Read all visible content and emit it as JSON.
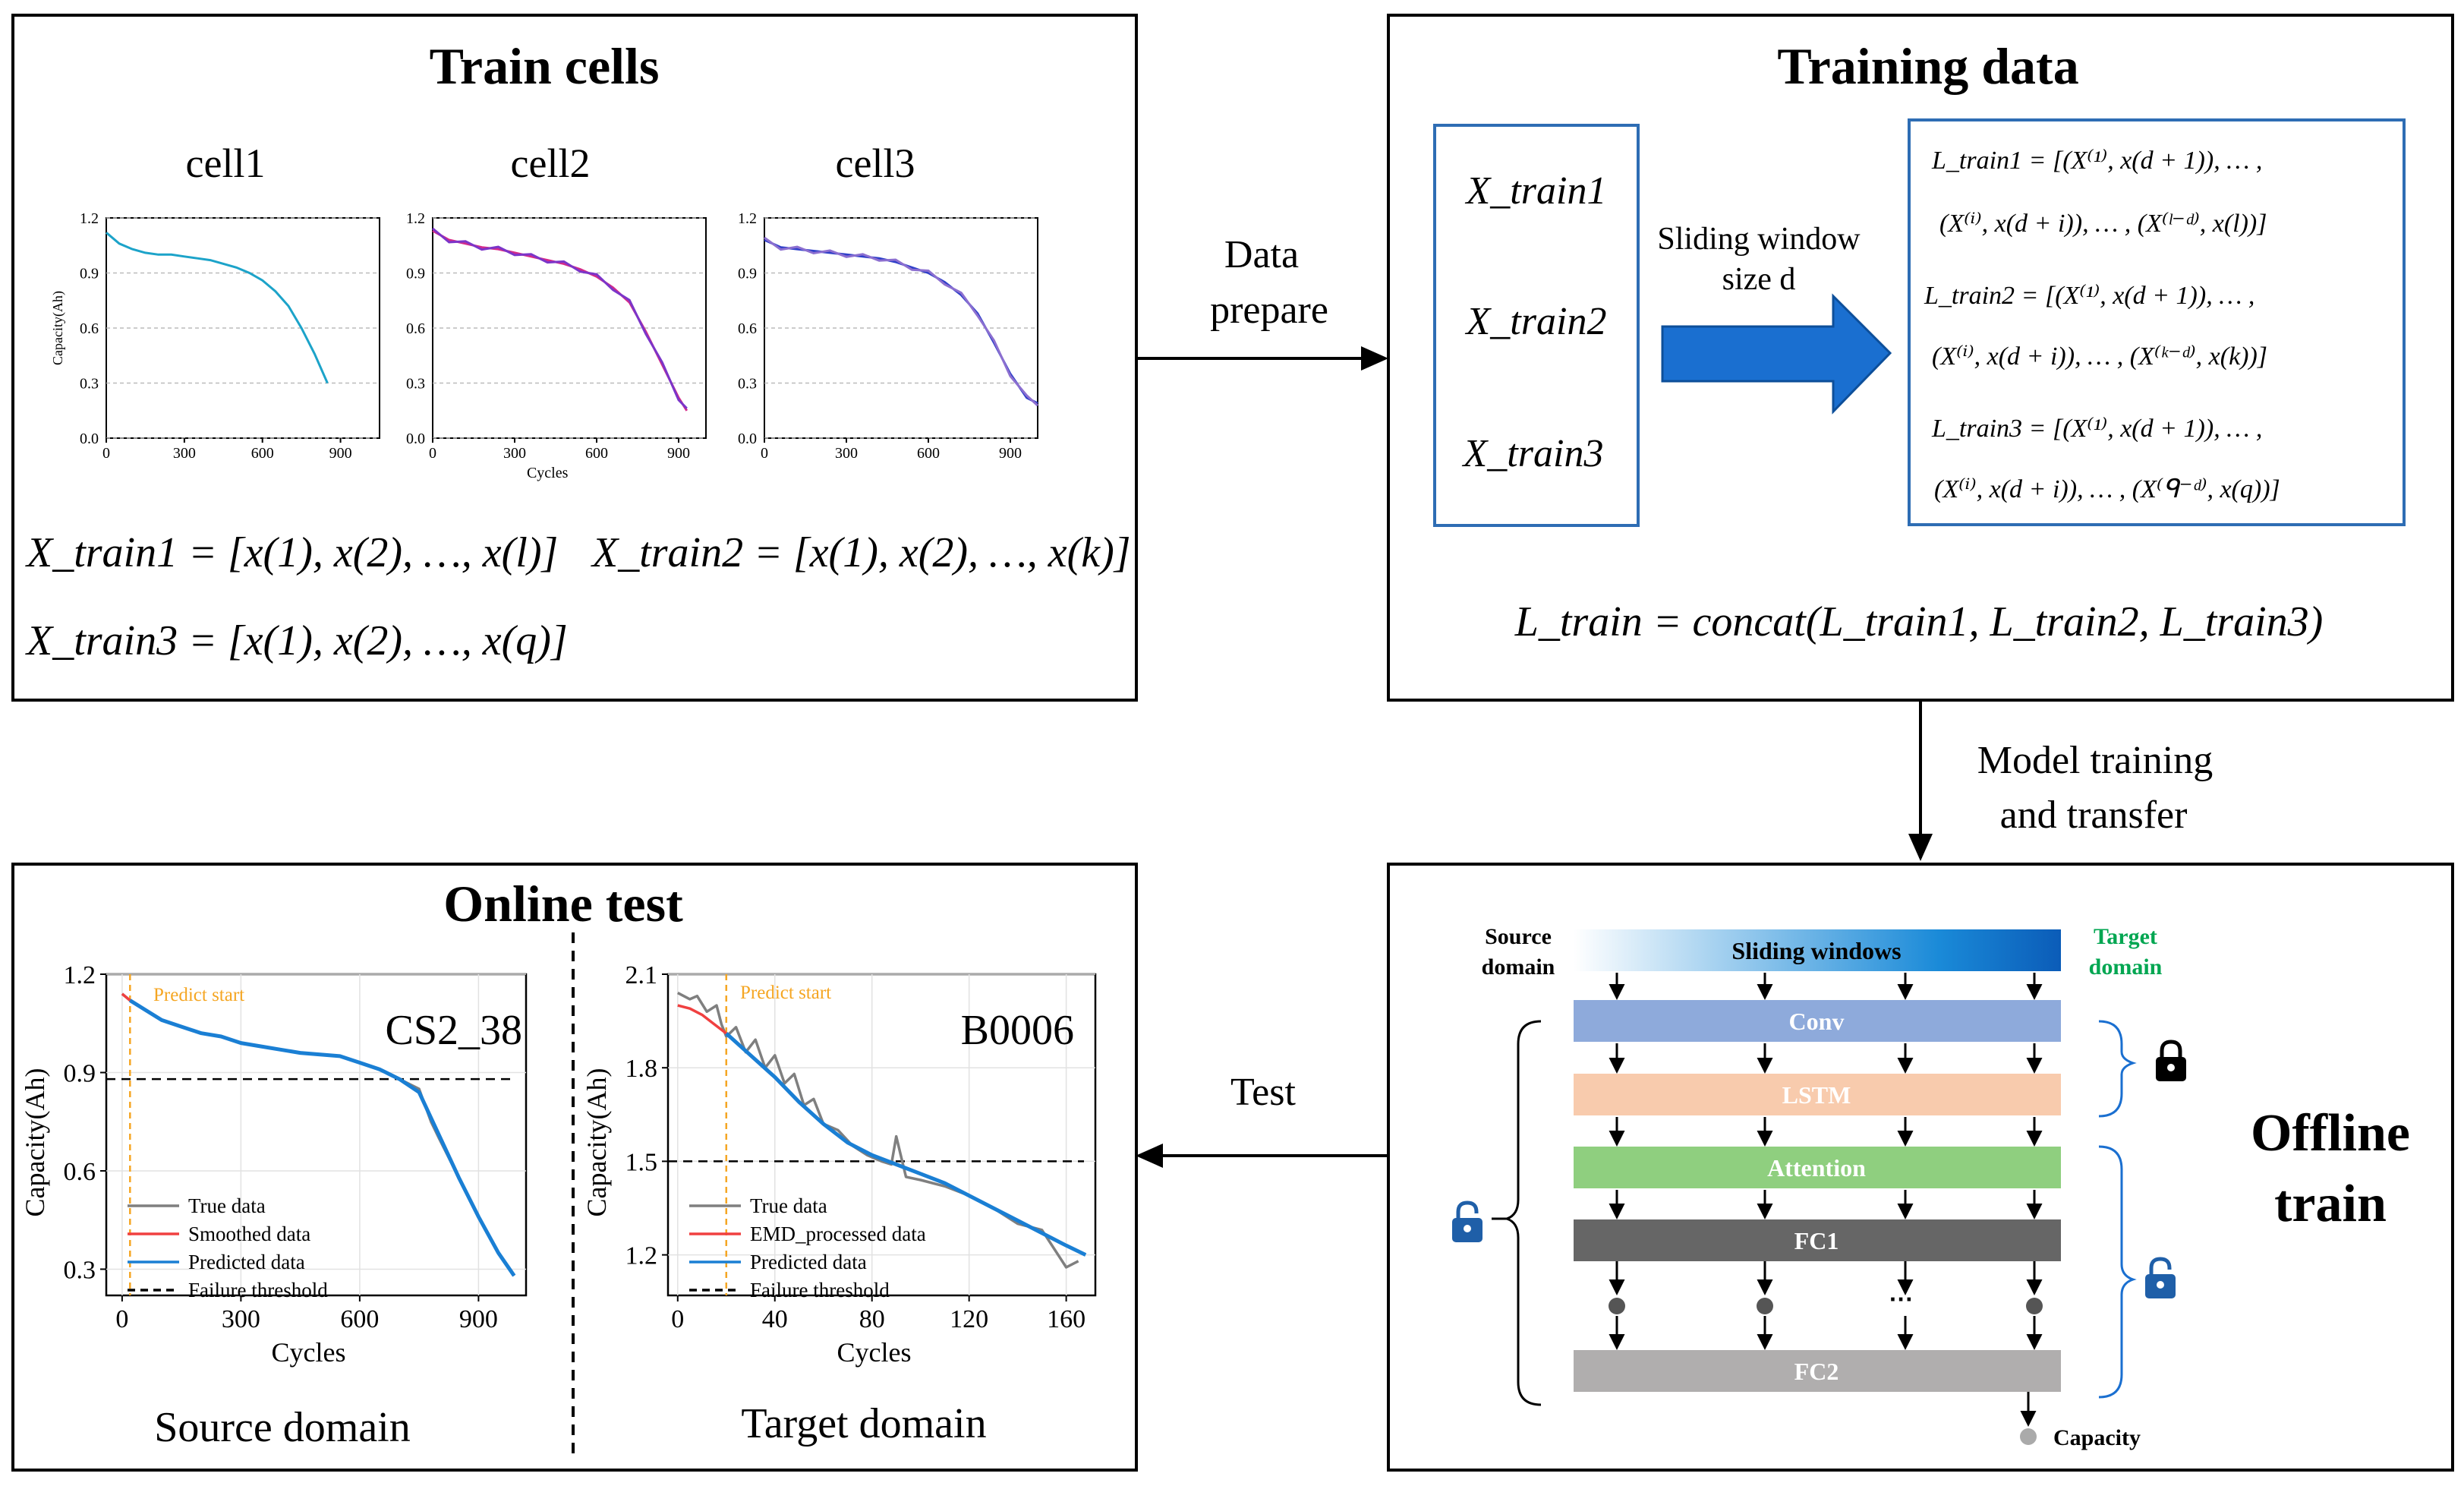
{
  "panels": {
    "train_cells": {
      "title": "Train cells",
      "cells": [
        "cell1",
        "cell2",
        "cell3"
      ],
      "y_axis_label": "Capacity(Ah)",
      "x_axis_label": "Cycles",
      "y_ticks": [
        "1.2",
        "0.9",
        "0.6",
        "0.3",
        "0.0"
      ],
      "x_ticks": [
        "0",
        "300",
        "600",
        "900"
      ],
      "eq1": "X_train1 = [x(1), x(2), …, x(l)]",
      "eq2": "X_train2 = [x(1), x(2), …, x(k)]",
      "eq3": "X_train3 = [x(1), x(2), …, x(q)]"
    },
    "training_data": {
      "title": "Training data",
      "inputs": [
        "X_train1",
        "X_train2",
        "X_train3"
      ],
      "arrow_label_1": "Sliding window",
      "arrow_label_2": "size d",
      "L1_line1": "L_train1 = [(X⁽¹⁾, x(d + 1)), … ,",
      "L1_line2": "(X⁽ⁱ⁾, x(d + i)), … , (X⁽ˡ⁻ᵈ⁾, x(l))]",
      "L2_line1": "L_train2 = [(X⁽¹⁾, x(d + 1)), … ,",
      "L2_line2": "(X⁽ⁱ⁾, x(d + i)), … , (X⁽ᵏ⁻ᵈ⁾, x(k))]",
      "L3_line1": "L_train3 = [(X⁽¹⁾, x(d + 1)), … ,",
      "L3_line2": "(X⁽ⁱ⁾, x(d + i)), … , (X⁽ᑫ⁻ᵈ⁾, x(q))]",
      "concat": "L_train = concat(L_train1, L_train2, L_train3)"
    },
    "offline_train": {
      "title_line1": "Offline",
      "title_line2": "train",
      "source_label_1": "Source",
      "source_label_2": "domain",
      "target_label_1": "Target",
      "target_label_2": "domain",
      "layers": [
        "Sliding windows",
        "Conv",
        "LSTM",
        "Attention",
        "FC1",
        "FC2"
      ],
      "ellipsis": "···",
      "output_label": "Capacity",
      "colors": {
        "conv": "#8eaadb",
        "lstm": "#f8cbad",
        "attention": "#8fcf7f",
        "fc1": "#666666",
        "fc2": "#b0aeae",
        "target": "#00a651",
        "lock": "#1f5fa8"
      }
    },
    "online_test": {
      "title": "Online test",
      "left_caption": "Source domain",
      "right_caption": "Target domain"
    }
  },
  "arrows": {
    "data_prepare_1": "Data",
    "data_prepare_2": "prepare",
    "model_training_1": "Model training",
    "model_training_2": "and transfer",
    "test": "Test"
  },
  "chart_data": [
    {
      "type": "line",
      "title": "cell1",
      "xlabel": "",
      "ylabel": "Capacity(Ah)",
      "xlim": [
        0,
        1050
      ],
      "ylim": [
        0.0,
        1.2
      ],
      "series": [
        {
          "x": [
            0,
            50,
            100,
            150,
            200,
            250,
            300,
            350,
            400,
            450,
            500,
            550,
            600,
            650,
            700,
            750,
            800,
            850
          ],
          "values": [
            1.12,
            1.06,
            1.03,
            1.01,
            1.0,
            1.0,
            0.99,
            0.98,
            0.97,
            0.95,
            0.93,
            0.9,
            0.86,
            0.8,
            0.72,
            0.6,
            0.46,
            0.3
          ]
        }
      ]
    },
    {
      "type": "line",
      "title": "cell2",
      "xlabel": "Cycles",
      "ylabel": "",
      "xlim": [
        0,
        1000
      ],
      "ylim": [
        0.0,
        1.2
      ],
      "series": [
        {
          "x": [
            0,
            60,
            120,
            180,
            240,
            300,
            360,
            420,
            480,
            540,
            600,
            660,
            720,
            780,
            840,
            900,
            930
          ],
          "values": [
            1.13,
            1.08,
            1.06,
            1.04,
            1.03,
            1.01,
            0.99,
            0.97,
            0.95,
            0.92,
            0.88,
            0.82,
            0.74,
            0.58,
            0.4,
            0.22,
            0.15
          ]
        }
      ]
    },
    {
      "type": "line",
      "title": "cell3",
      "xlabel": "",
      "ylabel": "",
      "xlim": [
        0,
        1000
      ],
      "ylim": [
        0.0,
        1.2
      ],
      "series": [
        {
          "x": [
            0,
            60,
            120,
            180,
            240,
            300,
            360,
            420,
            480,
            540,
            600,
            660,
            720,
            780,
            840,
            900,
            960,
            1000
          ],
          "values": [
            1.08,
            1.04,
            1.03,
            1.02,
            1.01,
            1.0,
            0.99,
            0.98,
            0.96,
            0.93,
            0.9,
            0.85,
            0.78,
            0.68,
            0.52,
            0.35,
            0.22,
            0.19
          ]
        }
      ]
    },
    {
      "type": "line",
      "title": "CS2_38",
      "xlabel": "Cycles",
      "ylabel": "Capacity(Ah)",
      "xlim": [
        -40,
        1020
      ],
      "ylim": [
        0.22,
        1.2
      ],
      "x_ticks": [
        "0",
        "300",
        "600",
        "900"
      ],
      "y_ticks": [
        "1.2",
        "0.9",
        "0.6",
        "0.3"
      ],
      "annotation": "Predict start",
      "predict_start_x": 20,
      "failure_threshold": 0.88,
      "legend": [
        "True data",
        "Smoothed data",
        "Predicted data",
        "Failure threshold"
      ],
      "series": [
        {
          "name": "True data",
          "color": "#7f7f7f",
          "x": [
            0,
            20,
            60,
            100,
            150,
            200,
            250,
            300,
            350,
            400,
            450,
            500,
            550,
            600,
            650,
            700,
            750,
            780,
            800,
            850,
            900,
            950,
            990
          ],
          "values": [
            1.14,
            1.12,
            1.09,
            1.06,
            1.04,
            1.02,
            1.01,
            0.99,
            0.98,
            0.97,
            0.96,
            0.955,
            0.95,
            0.93,
            0.91,
            0.88,
            0.85,
            0.75,
            0.7,
            0.58,
            0.46,
            0.35,
            0.28
          ]
        },
        {
          "name": "Smoothed data",
          "color": "#f04040",
          "x": [
            0,
            10,
            20
          ],
          "values": [
            1.14,
            1.13,
            1.12
          ]
        },
        {
          "name": "Predicted data",
          "color": "#1a7fd4",
          "x": [
            20,
            60,
            100,
            150,
            200,
            250,
            300,
            350,
            400,
            450,
            500,
            550,
            600,
            650,
            700,
            750,
            800,
            850,
            900,
            950,
            990
          ],
          "values": [
            1.12,
            1.09,
            1.06,
            1.04,
            1.02,
            1.01,
            0.99,
            0.98,
            0.97,
            0.96,
            0.955,
            0.95,
            0.93,
            0.91,
            0.88,
            0.84,
            0.71,
            0.58,
            0.46,
            0.35,
            0.28
          ]
        }
      ]
    },
    {
      "type": "line",
      "title": "B0006",
      "xlabel": "Cycles",
      "ylabel": "Capacity(Ah)",
      "xlim": [
        -4,
        172
      ],
      "ylim": [
        1.07,
        2.1
      ],
      "x_ticks": [
        "0",
        "40",
        "80",
        "120",
        "160"
      ],
      "y_ticks": [
        "2.1",
        "1.8",
        "1.5",
        "1.2"
      ],
      "annotation": "Predict start",
      "predict_start_x": 20,
      "failure_threshold": 1.5,
      "legend": [
        "True data",
        "EMD_processed data",
        "Predicted data",
        "Failure threshold"
      ],
      "series": [
        {
          "name": "True data",
          "color": "#7f7f7f",
          "x": [
            0,
            5,
            8,
            12,
            16,
            18,
            20,
            24,
            28,
            32,
            36,
            40,
            44,
            48,
            52,
            56,
            60,
            66,
            72,
            78,
            84,
            88,
            90,
            94,
            100,
            110,
            120,
            130,
            140,
            150,
            160,
            165
          ],
          "values": [
            2.04,
            2.02,
            2.03,
            1.98,
            2.0,
            1.94,
            1.9,
            1.93,
            1.85,
            1.89,
            1.8,
            1.84,
            1.75,
            1.78,
            1.68,
            1.7,
            1.62,
            1.6,
            1.55,
            1.52,
            1.5,
            1.49,
            1.58,
            1.45,
            1.44,
            1.42,
            1.39,
            1.35,
            1.3,
            1.28,
            1.16,
            1.18
          ]
        },
        {
          "name": "EMD_processed data",
          "color": "#f04040",
          "x": [
            0,
            5,
            10,
            15,
            20
          ],
          "values": [
            2.0,
            1.99,
            1.97,
            1.94,
            1.91
          ]
        },
        {
          "name": "Predicted data",
          "color": "#1a7fd4",
          "x": [
            20,
            30,
            40,
            50,
            60,
            70,
            80,
            90,
            100,
            110,
            120,
            130,
            140,
            150,
            160,
            168
          ],
          "values": [
            1.91,
            1.84,
            1.77,
            1.69,
            1.62,
            1.56,
            1.52,
            1.49,
            1.46,
            1.43,
            1.39,
            1.35,
            1.31,
            1.27,
            1.23,
            1.2
          ]
        }
      ]
    }
  ]
}
